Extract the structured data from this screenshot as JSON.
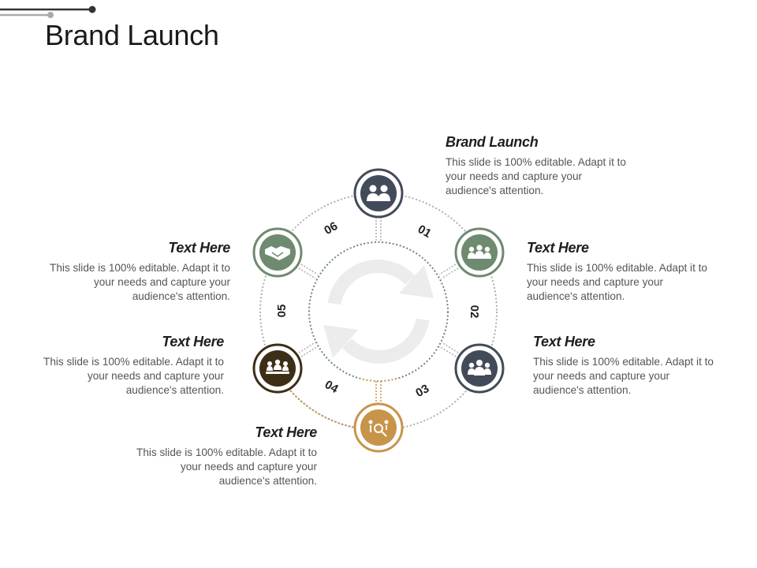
{
  "page": {
    "title": "Brand Launch"
  },
  "colors": {
    "dark_slate": "#434a59",
    "sage_green": "#6e8a6f",
    "gold": "#c8944a",
    "dark_brown": "#3d2e16",
    "ring_gray": "#aeaeae",
    "refresh_icon": "#f0f0f0"
  },
  "steps": [
    {
      "number": "01",
      "icon": "users-pair-icon",
      "color": "#434a59",
      "heading": "Brand Launch",
      "body": "This slide is 100% editable. Adapt it to your needs and capture your audience's attention."
    },
    {
      "number": "02",
      "icon": "team-group-icon",
      "color": "#6e8a6f",
      "heading": "Text Here",
      "body": "This slide is 100% editable. Adapt it to your needs and capture your audience's attention."
    },
    {
      "number": "03",
      "icon": "team-group-icon",
      "color": "#434a59",
      "heading": "Text Here",
      "body": "This slide is 100% editable. Adapt it to your needs and capture your audience's attention."
    },
    {
      "number": "04",
      "icon": "gender-search-icon",
      "color": "#c8944a",
      "heading": "Text Here",
      "body": "This slide is 100% editable. Adapt it to your needs and capture your audience's attention."
    },
    {
      "number": "05",
      "icon": "team-meeting-icon",
      "color": "#3d2e16",
      "heading": "Text Here",
      "body": "This slide is 100% editable. Adapt it to your needs and capture your audience's attention."
    },
    {
      "number": "06",
      "icon": "handshake-icon",
      "color": "#6e8a6f",
      "heading": "Text Here",
      "body": "This slide is 100% editable. Adapt it to your needs and capture your audience's attention."
    }
  ],
  "center_icon": "refresh-cycle-icon"
}
